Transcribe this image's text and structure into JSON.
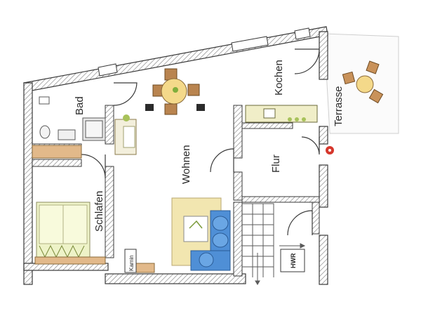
{
  "rooms": {
    "bad": "Bad",
    "kochen": "Kochen",
    "terrasse": "Terrasse",
    "wohnen": "Wohnen",
    "flur": "Flur",
    "schlafen": "Schlafen",
    "kamin": "Kamin",
    "hwr": "HWR"
  },
  "colors": {
    "wall": "#3a3a3a",
    "hatch": "#c9c9c9",
    "wood": "#e2b98a",
    "rug": "#f2e6b0",
    "sofa": "#4f8fd6",
    "bed": "#eef3c8",
    "plant": "#a8c25a",
    "table": "#f4d98a",
    "chair": "#b9844f",
    "marker": "#d6372c"
  }
}
